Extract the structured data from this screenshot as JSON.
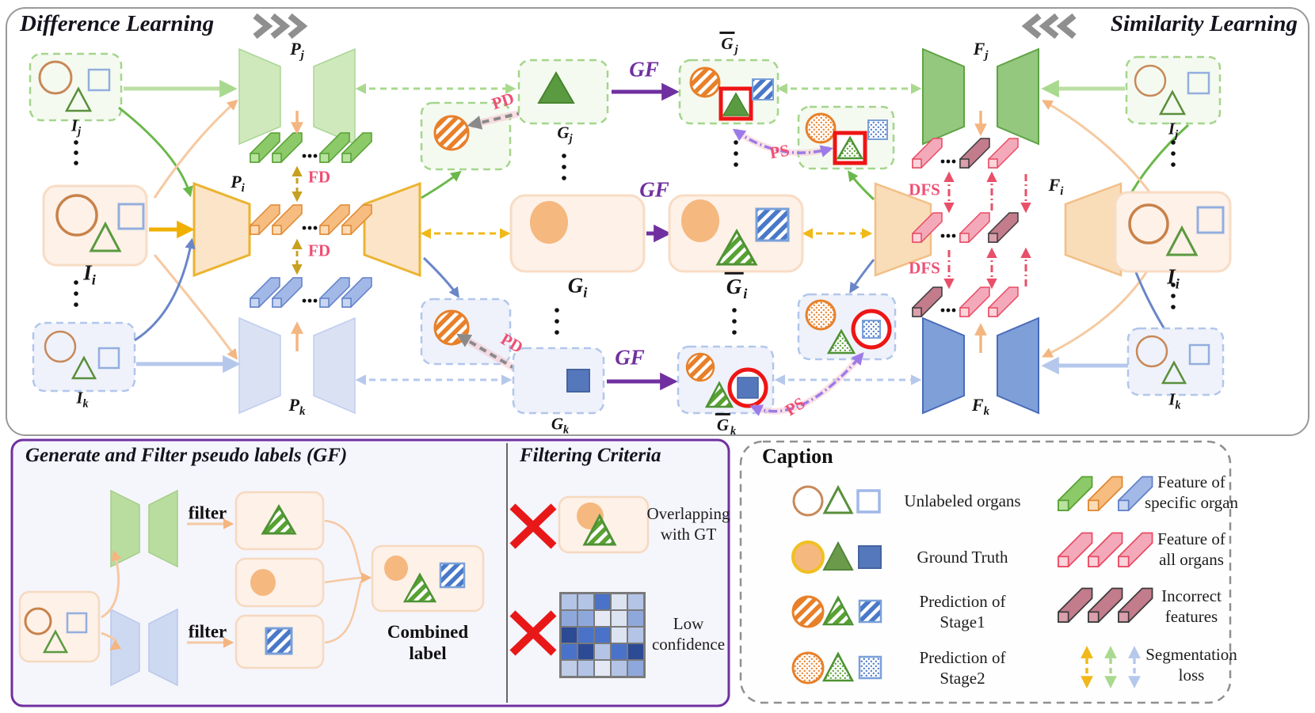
{
  "titles": {
    "difference": "Difference Learning",
    "similarity": "Similarity Learning",
    "chevrons_right": "❯❯❯",
    "chevrons_left": "❮❮❮"
  },
  "nodes": {
    "pj": {
      "base": "P",
      "sub": "j"
    },
    "pi": {
      "base": "P",
      "sub": "i"
    },
    "pk": {
      "base": "P",
      "sub": "k"
    },
    "fj": {
      "base": "F",
      "sub": "j"
    },
    "fi": {
      "base": "F",
      "sub": "i"
    },
    "fk": {
      "base": "F",
      "sub": "k"
    },
    "ij": {
      "base": "I",
      "sub": "j"
    },
    "ii": {
      "base": "I",
      "sub": "i"
    },
    "ik": {
      "base": "I",
      "sub": "k"
    },
    "gj": {
      "base": "G",
      "sub": "j"
    },
    "gi": {
      "base": "G",
      "sub": "i"
    },
    "gk": {
      "base": "G",
      "sub": "k"
    }
  },
  "edges": {
    "fd": "FD",
    "pd": "PD",
    "gf": "GF",
    "ps": "PS",
    "dfs": "DFS"
  },
  "gf_panel": {
    "title": "Generate and Filter pseudo labels (GF)",
    "filter": "filter",
    "combined_line1": "Combined",
    "combined_line2": "label"
  },
  "criteria": {
    "title": "Filtering Criteria",
    "overlap_line1": "Overlapping",
    "overlap_line2": "with GT",
    "low_line1": "Low",
    "low_line2": "confidence"
  },
  "caption": {
    "title": "Caption",
    "rows_left": [
      {
        "line1": "Unlabeled organs",
        "line2": ""
      },
      {
        "line1": "Ground Truth",
        "line2": ""
      },
      {
        "line1": "Prediction of",
        "line2": "Stage1"
      },
      {
        "line1": "Prediction of",
        "line2": "Stage2"
      }
    ],
    "rows_right": [
      {
        "line1": "Feature of",
        "line2": "specific organ"
      },
      {
        "line1": "Feature of",
        "line2": "all organs"
      },
      {
        "line1": "Incorrect",
        "line2": "features"
      },
      {
        "line1": "Segmentation",
        "line2": "loss"
      }
    ]
  },
  "heatmap": {
    "cells": [
      [
        "#b3c4e6",
        "#b3c4e6",
        "#4a72c8",
        "#dce4f2",
        "#b3c4e6"
      ],
      [
        "#8fa8dc",
        "#8fa8dc",
        "#e4e9f5",
        "#dce4f2",
        "#8fa8dc"
      ],
      [
        "#2d4a94",
        "#4a72c8",
        "#4a72c8",
        "#dce4f2",
        "#b3c4e6"
      ],
      [
        "#4a72c8",
        "#2d4a94",
        "#b3c4e6",
        "#4a72c8",
        "#2d4a94"
      ],
      [
        "#c0cde9",
        "#b3c4e6",
        "#e4e9f5",
        "#b3c4e6",
        "#8fa8dc"
      ]
    ]
  },
  "colors": {
    "gf_arrow": "#7030a0",
    "loss_label": "#ef4f74",
    "ps_arrow": "#9b7be8",
    "pd_arrow": "#8a8a8a",
    "gt_orange": "#f5b87f",
    "gt_green": "#5a9a40",
    "gt_blue": "#5577bb",
    "outline_orange": "#c8895a",
    "outline_green": "#5a8f3c",
    "outline_blue": "#93aede",
    "highlight_red": "#ee1515",
    "panel_purple": "#7030a0",
    "seg_yellow": "#f0b818",
    "seg_green": "#a9d98e",
    "seg_blue": "#b5c8ec"
  }
}
